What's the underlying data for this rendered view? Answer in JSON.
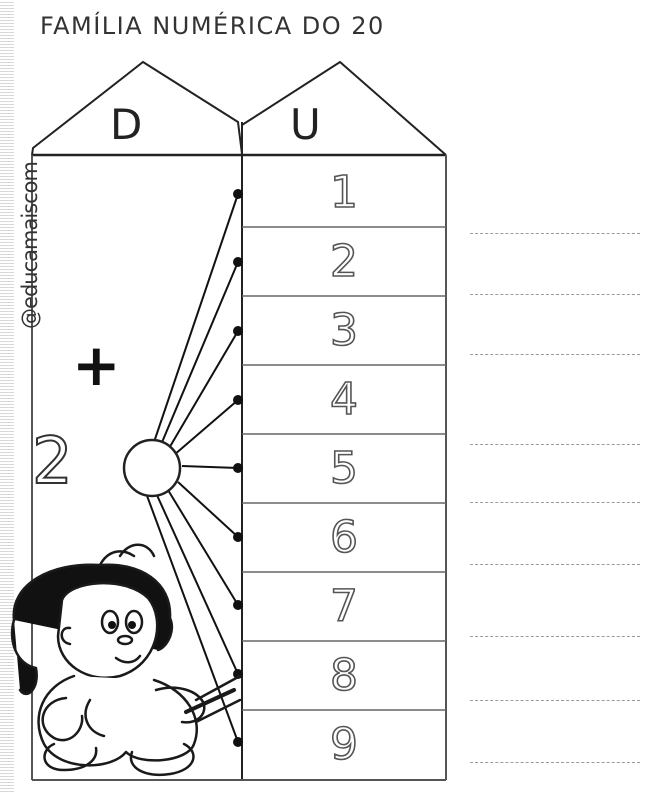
{
  "title": "FAMÍLIA NUMÉRICA DO 20",
  "columns": {
    "tens_header": "D",
    "units_header": "U"
  },
  "watermark": "@educamaiscom",
  "operator": "+",
  "tens_digit": "2",
  "units": [
    "1",
    "2",
    "3",
    "4",
    "5",
    "6",
    "7",
    "8",
    "9"
  ],
  "illustration": "girl-character-drawing",
  "colors": {
    "ink": "#1a1a1a",
    "answer_line": "#9a9a9a"
  }
}
